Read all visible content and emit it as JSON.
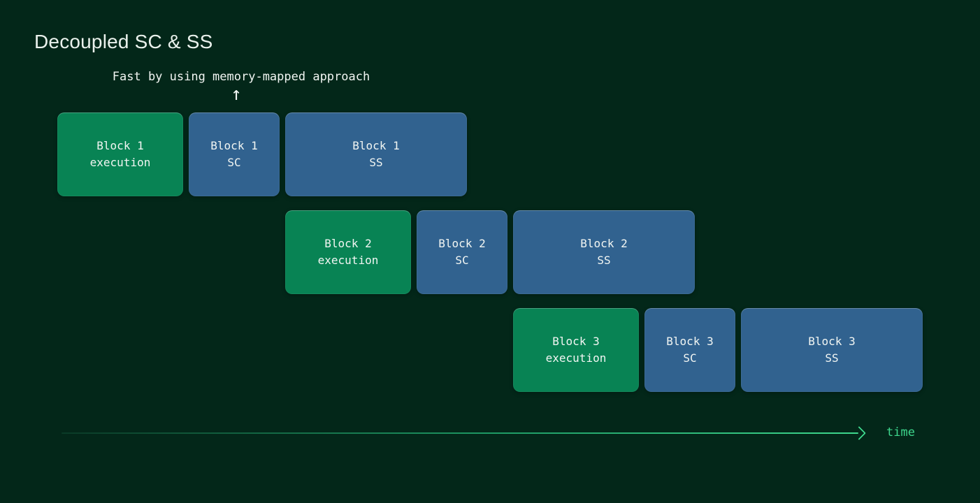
{
  "slide": {
    "title": "Decoupled SC & SS",
    "annotation": {
      "text": "Fast by using memory-mapped approach",
      "arrow_glyph": "↑",
      "points_to": "Block 1 SC"
    },
    "time_axis": {
      "label": "time"
    }
  },
  "colors": {
    "background": "#032719",
    "execution_block": "#088354",
    "stage_block": "#31628F",
    "text": "#F2F6F3",
    "title_text": "#EAF1EC",
    "time_accent": "#3ED78D"
  },
  "rows": [
    {
      "blocks": [
        {
          "line1": "Block 1",
          "line2": "execution",
          "kind": "execution"
        },
        {
          "line1": "Block 1",
          "line2": "SC",
          "kind": "stage"
        },
        {
          "line1": "Block 1",
          "line2": "SS",
          "kind": "stage"
        }
      ]
    },
    {
      "blocks": [
        {
          "line1": "Block 2",
          "line2": "execution",
          "kind": "execution"
        },
        {
          "line1": "Block 2",
          "line2": "SC",
          "kind": "stage"
        },
        {
          "line1": "Block 2",
          "line2": "SS",
          "kind": "stage"
        }
      ]
    },
    {
      "blocks": [
        {
          "line1": "Block 3",
          "line2": "execution",
          "kind": "execution"
        },
        {
          "line1": "Block 3",
          "line2": "SC",
          "kind": "stage"
        },
        {
          "line1": "Block 3",
          "line2": "SS",
          "kind": "stage"
        }
      ]
    }
  ]
}
